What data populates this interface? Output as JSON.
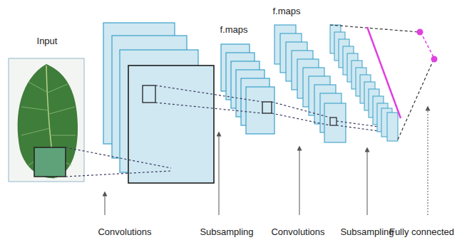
{
  "diagram": {
    "labels": [
      "Input",
      "f.maps",
      "f.maps",
      "Convolutions",
      "Subsampling",
      "Convolutions",
      "Subsampling",
      "Fully connected"
    ]
  }
}
